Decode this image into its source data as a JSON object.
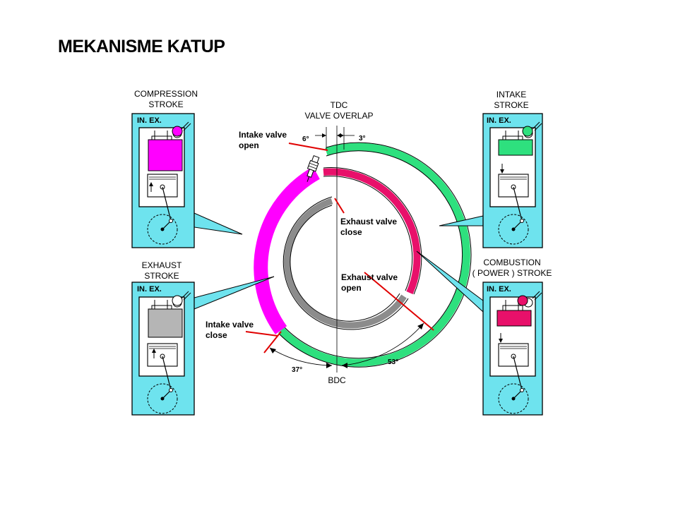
{
  "page": {
    "title": "MEKANISME KATUP"
  },
  "strokes": {
    "compression": {
      "line1": "COMPRESSION",
      "line2": "STROKE"
    },
    "intake": {
      "line1": "INTAKE",
      "line2": "STROKE"
    },
    "exhaust": {
      "line1": "EXHAUST",
      "line2": "STROKE"
    },
    "combustion": {
      "line1": "COMBUSTION",
      "line2": "( POWER ) STROKE"
    }
  },
  "engine_box": {
    "in_label": "IN.",
    "ex_label": "EX."
  },
  "top": {
    "tdc": "TDC",
    "overlap": "VALVE OVERLAP"
  },
  "bottom": {
    "bdc": "BDC"
  },
  "angles": {
    "intake_open": "6°",
    "exhaust_close": "3°",
    "intake_close": "37°",
    "exhaust_open": "53°"
  },
  "events": {
    "intake_open": {
      "line1": "Intake valve",
      "line2": "open"
    },
    "exhaust_close": {
      "line1": "Exhaust valve",
      "line2": "close"
    },
    "exhaust_open": {
      "line1": "Exhaust valve",
      "line2": "open"
    },
    "intake_close": {
      "line1": "Intake valve",
      "line2": "close"
    }
  },
  "colors": {
    "intake_green": "#2ee07e",
    "compression_magenta": "#ff00ff",
    "power_pink": "#e8106a",
    "exhaust_gray": "#8c8c8c",
    "box_cyan": "#6ee3ee",
    "marker_red": "#e00000"
  }
}
